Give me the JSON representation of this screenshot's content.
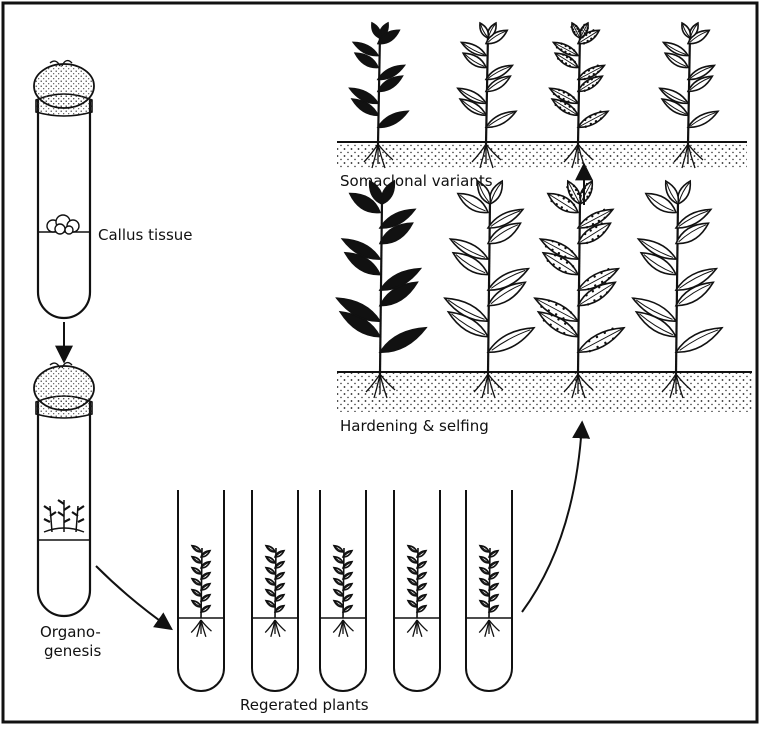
{
  "labels": {
    "callus": "Callus tissue",
    "organogenesis_line1": "Organo-",
    "organogenesis_line2": "genesis",
    "regenerated": "Regerated plants",
    "hardening": "Hardening & selfing",
    "somaclonal": "Somaclonal variants"
  },
  "leaf_styles": {
    "row_top": [
      "solid",
      "outline",
      "dotted",
      "outline"
    ],
    "row_bottom": [
      "solid",
      "outline",
      "dotted",
      "outline"
    ]
  },
  "colors": {
    "ink": "#111111",
    "paper": "#ffffff"
  }
}
